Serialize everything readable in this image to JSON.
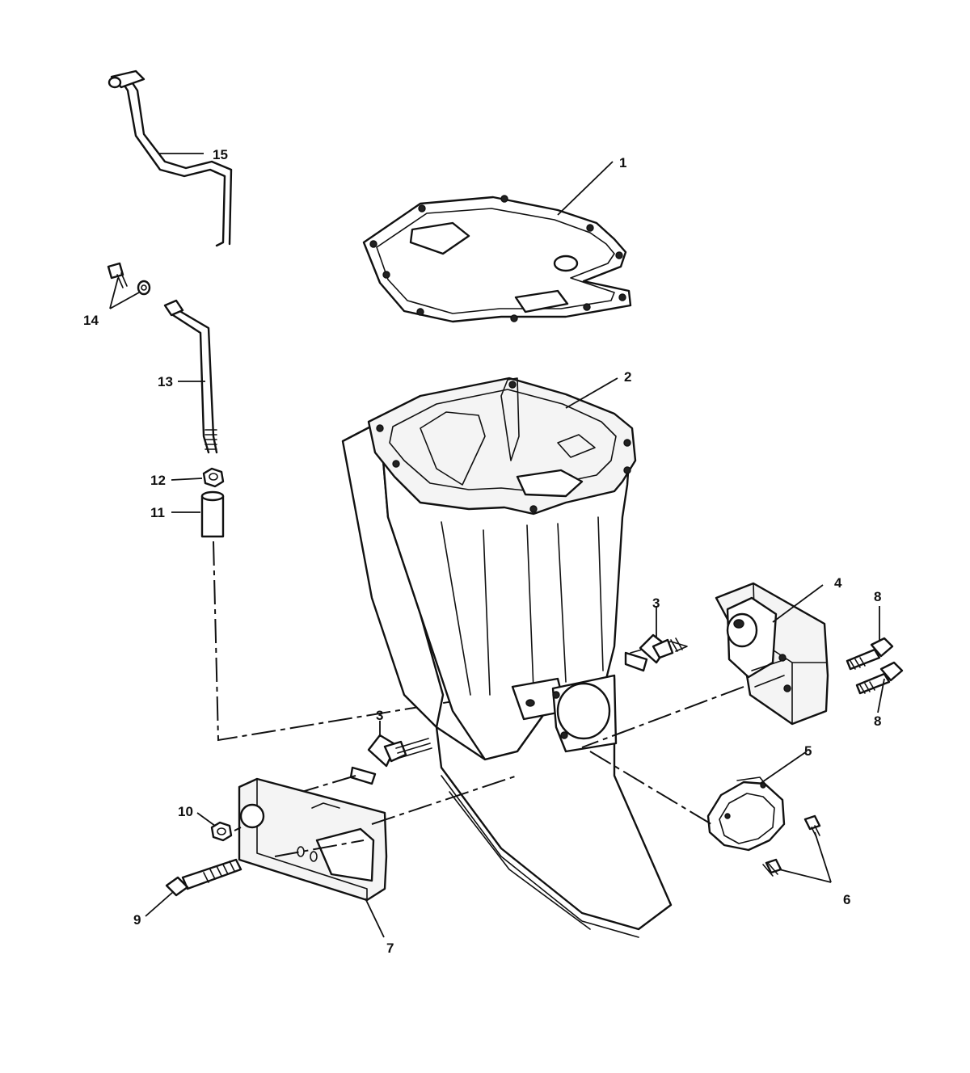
{
  "callouts": {
    "c1": "1",
    "c2": "2",
    "c3a": "3",
    "c3b": "3",
    "c4": "4",
    "c5": "5",
    "c6": "6",
    "c7": "7",
    "c8a": "8",
    "c8b": "8",
    "c9": "9",
    "c10": "10",
    "c11": "11",
    "c12": "12",
    "c13": "13",
    "c14": "14",
    "c15": "15"
  }
}
